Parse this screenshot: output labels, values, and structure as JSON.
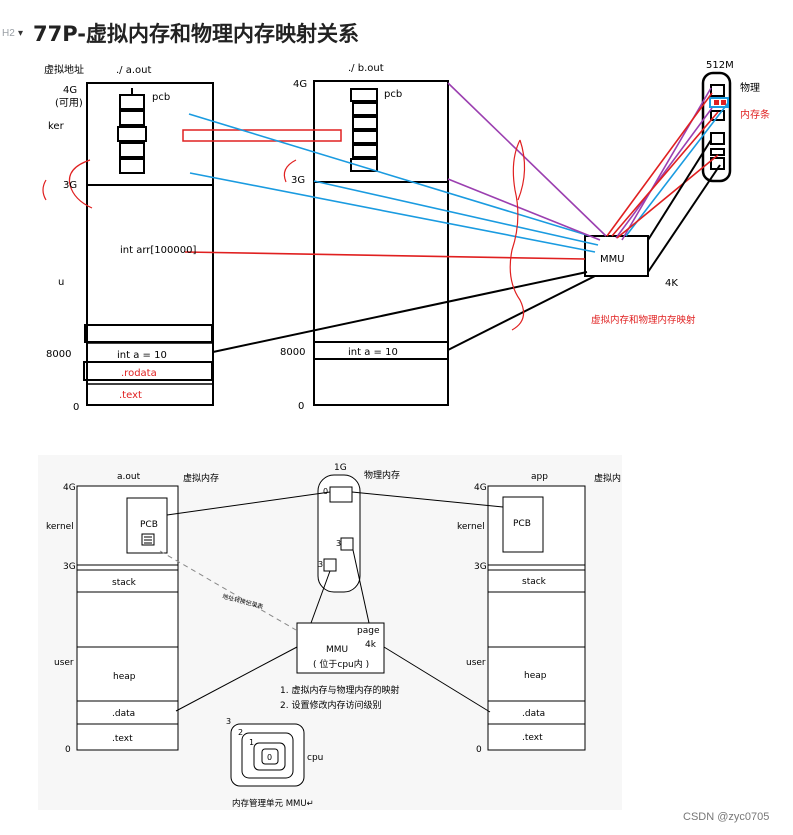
{
  "header": {
    "h2_tag": "H2",
    "caret": "▾",
    "title": "77P-虚拟内存和物理内存映射关系"
  },
  "top": {
    "vaddr_label": "虚拟地址",
    "aout_label": "./ a.out",
    "bout_label": "./ b.out",
    "a_4g": "4G",
    "a_usable": "(可用)",
    "a_ker": "ker",
    "a_3g": "3G",
    "a_u": "u",
    "a_8000": "8000",
    "a_0": "0",
    "pcb": "pcb",
    "arr": "int arr[100000]",
    "int_a": "int a = 10",
    "rodata": ".rodata",
    "text": ".text",
    "b_4g": "4G",
    "b_3g": "3G",
    "b_8000": "8000",
    "b_0": "0",
    "mmu": "MMU",
    "k4": "4K",
    "mapping_note": "虚拟内存和物理内存映射",
    "m512": "512M",
    "phys": "物理",
    "memstick": "内存条"
  },
  "bottom": {
    "aout": "a.out",
    "vmem1": "虚拟内存",
    "l4g": "4G",
    "kernel": "kernel",
    "pcb": "PCB",
    "l3g": "3G",
    "stack": "stack",
    "user": "user",
    "heap": "heap",
    "data": ".data",
    "text": ".text",
    "l0": "0",
    "g1": "1G",
    "pmem": "物理内存",
    "p0": "0",
    "p3": "3",
    "p3b": "3",
    "addr_table": "地址转换记录表",
    "page": "page",
    "k4": "4k",
    "mmu": "MMU",
    "in_cpu": "( 位于cpu内 )",
    "note1": "1. 虚拟内存与物理内存的映射",
    "note2": "2. 设置修改内存访问级别",
    "app": "app",
    "vmem2": "虚拟内",
    "r4g": "4G",
    "rkernel": "kernel",
    "rpcb": "PCB",
    "r3g": "3G",
    "rstack": "stack",
    "ruser": "user",
    "rheap": "heap",
    "rdata": ".data",
    "rtext": ".text",
    "r0": "0",
    "ring3": "3",
    "ring2": "2",
    "ring1": "1",
    "ring0": "0",
    "cpu": "cpu",
    "mmu_caption": "内存管理单元 MMU↵"
  },
  "watermark": "CSDN @zyc0705",
  "colors": {
    "red": "#e02020",
    "blue": "#1a9be0",
    "purple": "#9b3fb0",
    "black": "#000000"
  }
}
